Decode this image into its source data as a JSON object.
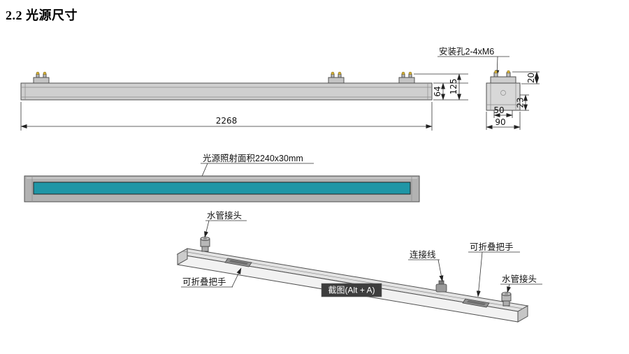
{
  "heading": "2.2 光源尺寸",
  "colors": {
    "glass": "#1f96a6",
    "tooltip_bg": "#3d3d3d",
    "screw": "#d4af37"
  },
  "side_view": {
    "length": "2268",
    "height_body": "64",
    "height_total": "125"
  },
  "end_view": {
    "mount_hole_label": "安装孔2-4xM6",
    "dim_screw_height": "20",
    "dim_lower": "23",
    "dim_inner_width": "50",
    "dim_width": "90"
  },
  "front_view": {
    "area_label": "光源照射面积2240x30mm"
  },
  "iso_view": {
    "water_connector_left": "水管接头",
    "foldable_handle_left": "可折叠把手",
    "cable": "连接线",
    "foldable_handle_right": "可折叠把手",
    "water_connector_right": "水管接头"
  },
  "overlay": {
    "screenshot_tooltip": "截图(Alt + A)"
  }
}
